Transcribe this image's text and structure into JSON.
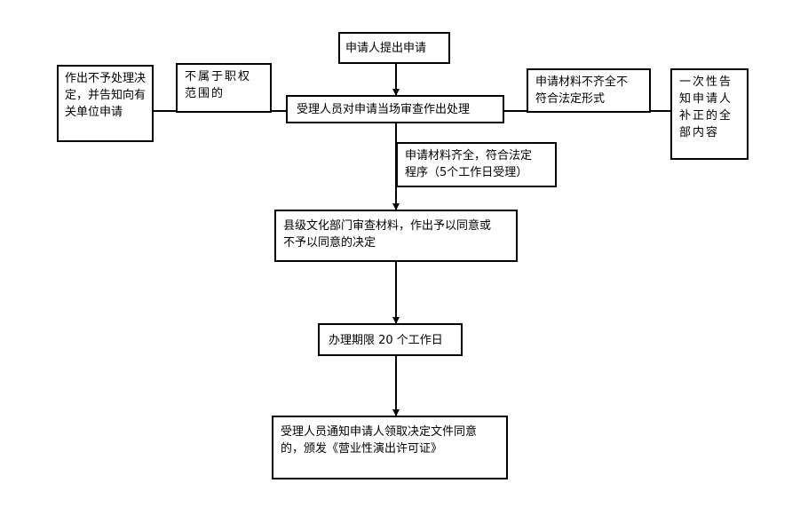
{
  "nodes": {
    "apply": "申请人提出申请",
    "on_site_review": "受理人员对申请当场审查作出处理",
    "reject_notice": "作出不予处理决定，并告知向有关单位申请",
    "not_in_scope": "不属于职权\n范围的",
    "materials_incomplete": "申请材料不齐全不\n符合法定形式",
    "notify_supplement": "一次性告知申请人补正的全部内容",
    "materials_complete": "申请材料齐全，符合法定\n程序（5个工作日受理）",
    "county_review": "县级文化部门审查材料，作出予以同意或\n不予以同意的决定",
    "time_limit": "办理期限 20 个工作日",
    "issue_license": "受理人员通知申请人领取决定文件同意\n的，颁发《营业性演出许可证》"
  }
}
